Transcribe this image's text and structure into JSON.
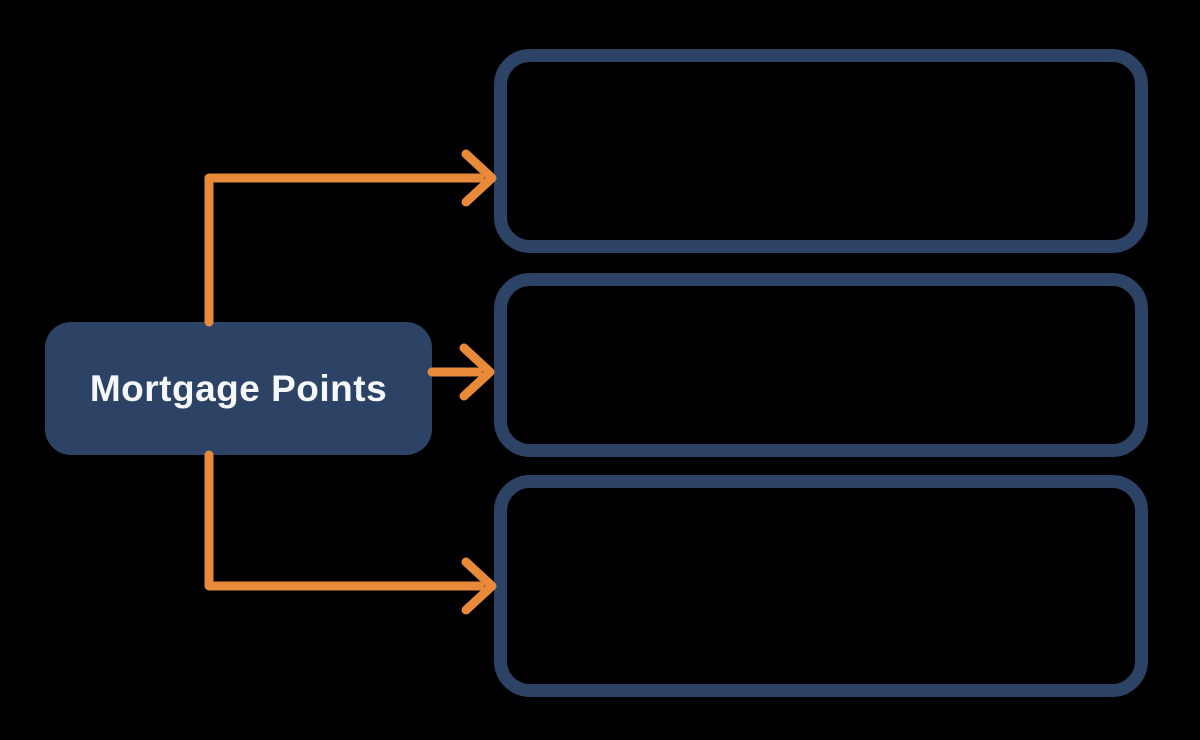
{
  "diagram": {
    "type": "flowchart",
    "root": {
      "label": "Mortgage Points"
    },
    "branches": [
      {
        "id": "branch-1",
        "label": ""
      },
      {
        "id": "branch-2",
        "label": ""
      },
      {
        "id": "branch-3",
        "label": ""
      }
    ],
    "colors": {
      "background": "#000000",
      "navy": "#2c4366",
      "arrow_orange": "#e98a3a",
      "label_text": "#f5f7fa"
    }
  }
}
